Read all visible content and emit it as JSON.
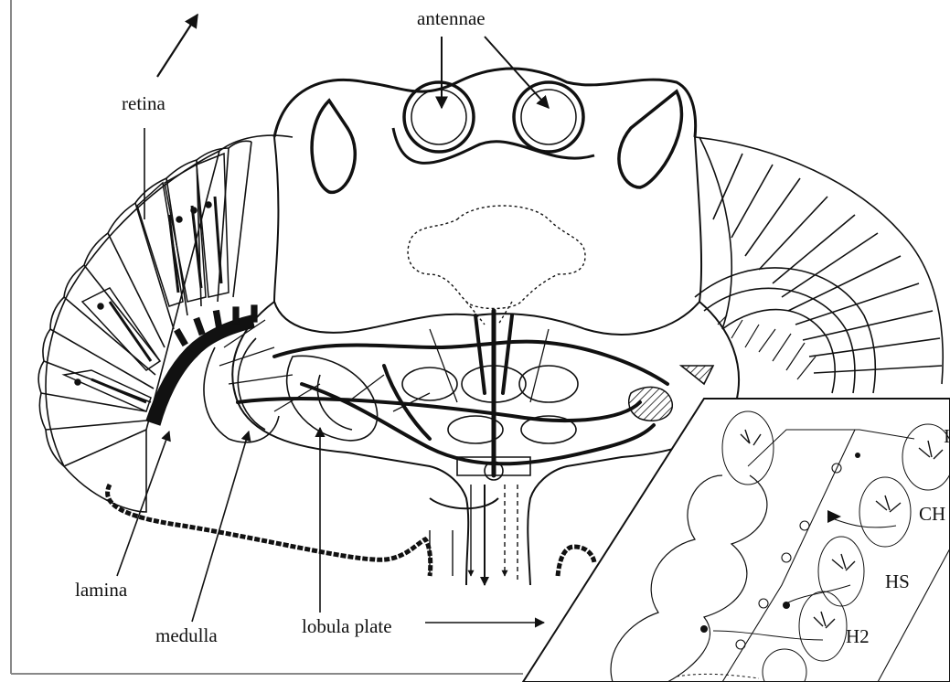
{
  "labels": {
    "antennae": "antennae",
    "retina": "retina",
    "lamina": "lamina",
    "medulla": "medulla",
    "lobula_plate": "lobula plate",
    "ch": "CH",
    "hs": "HS",
    "h2": "H2",
    "clipped": "I"
  },
  "colors": {
    "ink": "#111111",
    "paper": "#ffffff",
    "frame": "#888888"
  }
}
